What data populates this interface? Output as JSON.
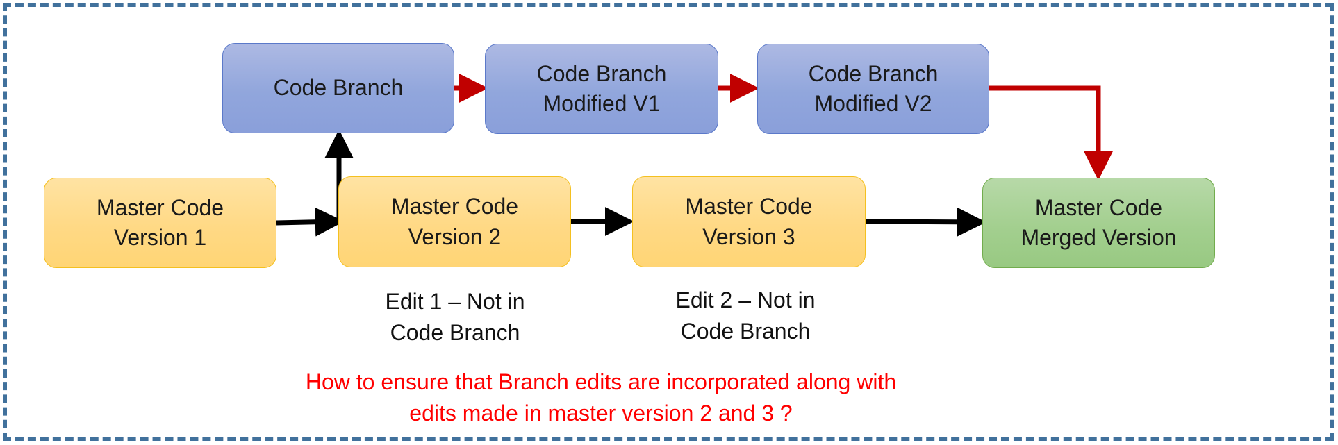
{
  "colors": {
    "frame": "#41719c",
    "branch_box": "#91a6dc",
    "master_box": "#ffd985",
    "merged_box": "#a3cf8f",
    "branch_arrow": "#c00000",
    "master_arrow": "#000000",
    "question_text": "#ff0000"
  },
  "boxes": {
    "code_branch": "Code Branch",
    "code_branch_v1": "Code Branch\nModified V1",
    "code_branch_v2": "Code Branch\nModified V2",
    "master_v1": "Master Code\nVersion 1",
    "master_v2": "Master Code\nVersion 2",
    "master_v3": "Master Code\nVersion 3",
    "master_merged": "Master Code\nMerged Version"
  },
  "notes": {
    "edit1": "Edit 1 – Not in\nCode Branch",
    "edit2": "Edit 2 – Not in\nCode Branch"
  },
  "question": "How to ensure that Branch edits are incorporated along with\nedits made in master version 2 and 3 ?"
}
